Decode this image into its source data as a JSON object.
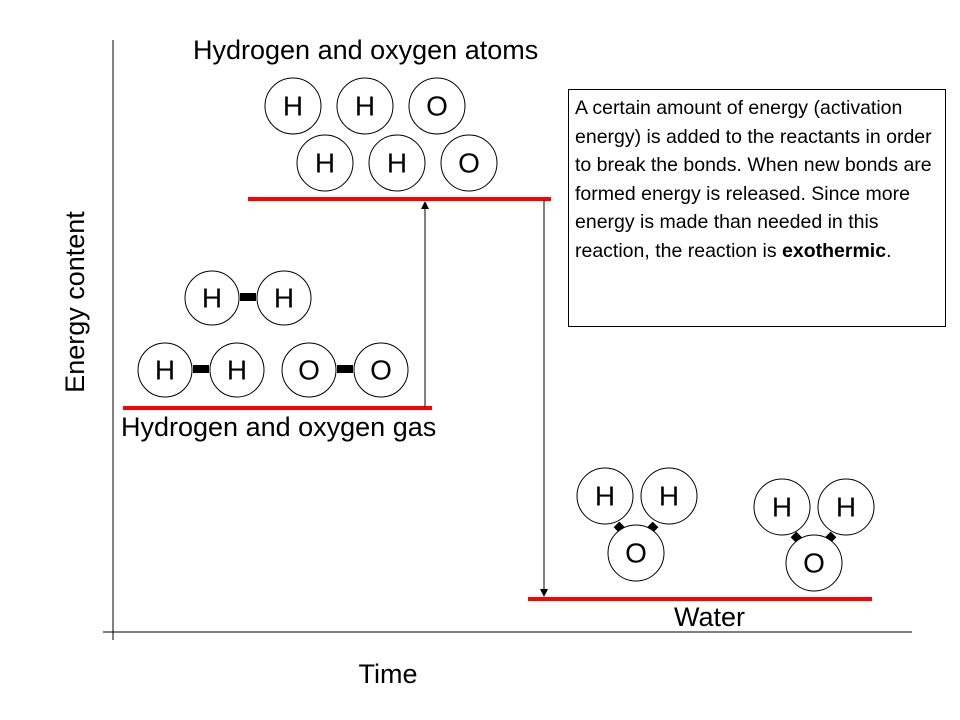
{
  "axes": {
    "y_label": "Energy content",
    "x_label": "Time"
  },
  "levels": {
    "atoms": {
      "label": "Hydrogen and oxygen atoms",
      "rows": [
        [
          "H",
          "H",
          "O"
        ],
        [
          "H",
          "H",
          "O"
        ]
      ]
    },
    "gas": {
      "label": "Hydrogen and oxygen gas",
      "molecules": [
        [
          "H",
          "H"
        ],
        [
          "H",
          "H"
        ],
        [
          "O",
          "O"
        ]
      ]
    },
    "water": {
      "label": "Water",
      "molecules": [
        [
          "H",
          "H",
          "O"
        ],
        [
          "H",
          "H",
          "O"
        ]
      ]
    }
  },
  "note": {
    "text_before": "A certain amount of energy (activation energy) is added to the reactants in order to break the bonds.  When new bonds are formed energy is released. Since more energy is made than needed in this reaction, the reaction is ",
    "bold": "exothermic",
    "text_after": "."
  },
  "colors": {
    "level_line": "#ff0000"
  }
}
